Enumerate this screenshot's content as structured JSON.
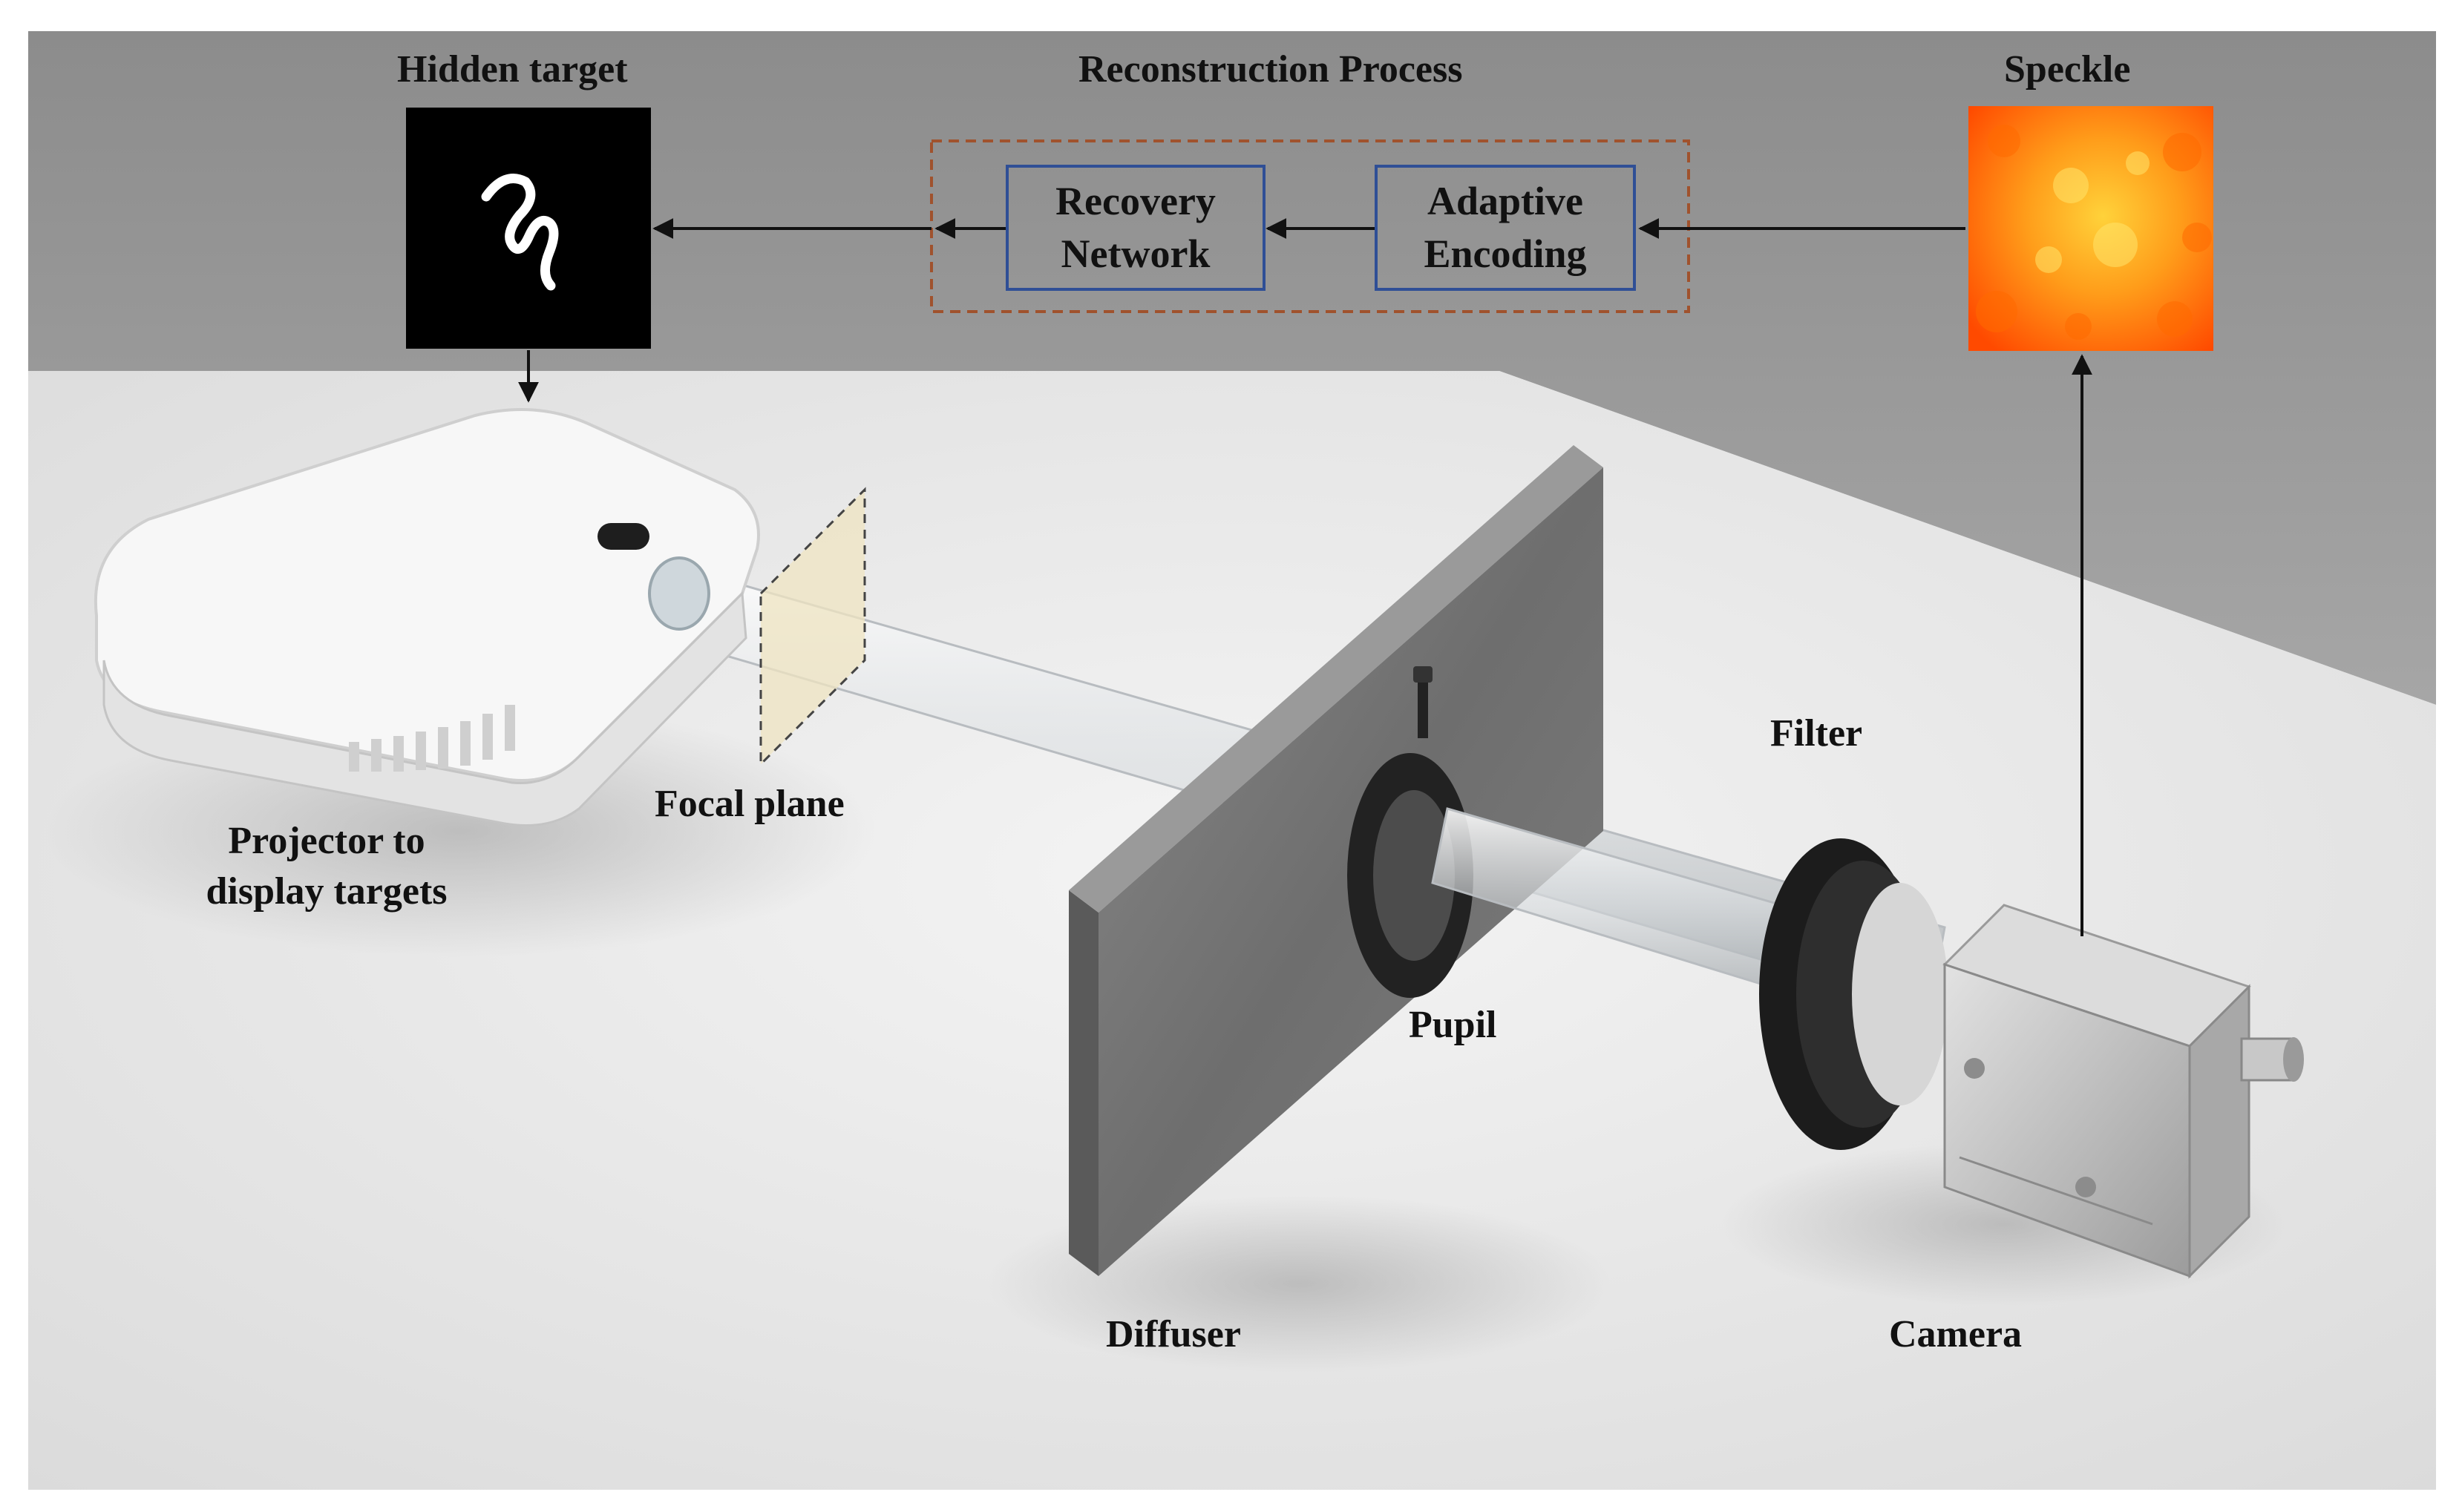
{
  "labels": {
    "hidden_target": "Hidden target",
    "reconstruction_process": "Reconstruction Process",
    "speckle": "Speckle",
    "projector_line1": "Projector to",
    "projector_line2": "display targets",
    "focal_plane": "Focal plane",
    "filter": "Filter",
    "pupil": "Pupil",
    "diffuser": "Diffuser",
    "camera": "Camera"
  },
  "blocks": {
    "recovery_line1": "Recovery",
    "recovery_line2": "Network",
    "adaptive_line1": "Adaptive",
    "adaptive_line2": "Encoding"
  },
  "colors": {
    "background_wall": "#9a9a9a",
    "table_surface": "#ececec",
    "block_border": "#2f4f96",
    "process_border": "#a0522d",
    "speckle_hot": "#ff4a00",
    "speckle_bright": "#ffd23a",
    "arrow": "#111111"
  }
}
